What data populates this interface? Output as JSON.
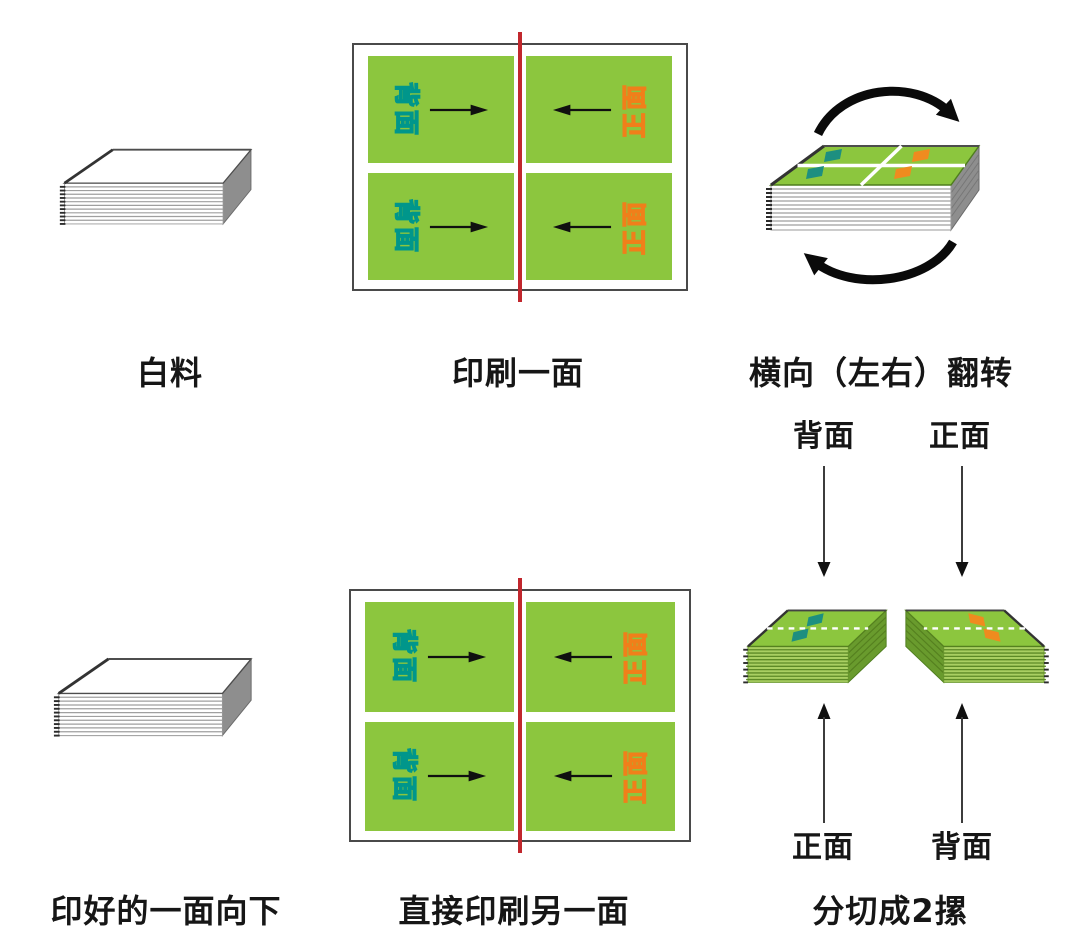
{
  "labels": {
    "step1": "白料",
    "step2": "印刷一面",
    "step3": "横向（左右）翻转",
    "step4": "印好的一面向下",
    "step5": "直接印刷另一面",
    "step6": "分切成2摞"
  },
  "sheet": {
    "back": "背面",
    "front": "正面"
  },
  "split": {
    "top_left": "背面",
    "top_right": "正面",
    "bottom_left": "正面",
    "bottom_right": "背面"
  },
  "colors": {
    "panel_green": "#8CC63E",
    "back_text_teal": "#00968B",
    "front_text_orange": "#F7941E",
    "cut_line_red": "#C1272D",
    "stack_side_gray": "#8E8E8E"
  }
}
